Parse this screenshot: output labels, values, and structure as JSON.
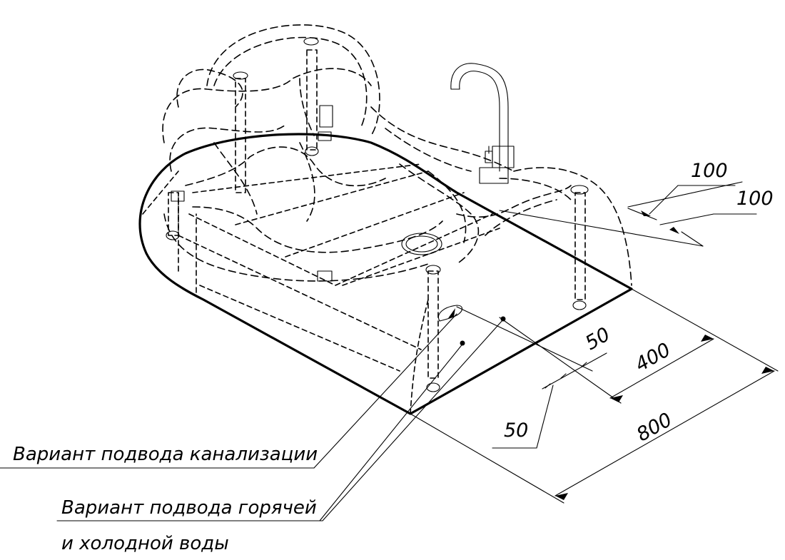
{
  "dimensions": {
    "dim_100_upper": "100",
    "dim_100_lower": "100",
    "dim_50_right": "50",
    "dim_400": "400",
    "dim_800": "800",
    "dim_50_left": "50"
  },
  "labels": {
    "sewer_supply": "Вариант подвода канализации",
    "water_supply_line1": "Вариант подвода горячей",
    "water_supply_line2": "и холодной воды"
  }
}
